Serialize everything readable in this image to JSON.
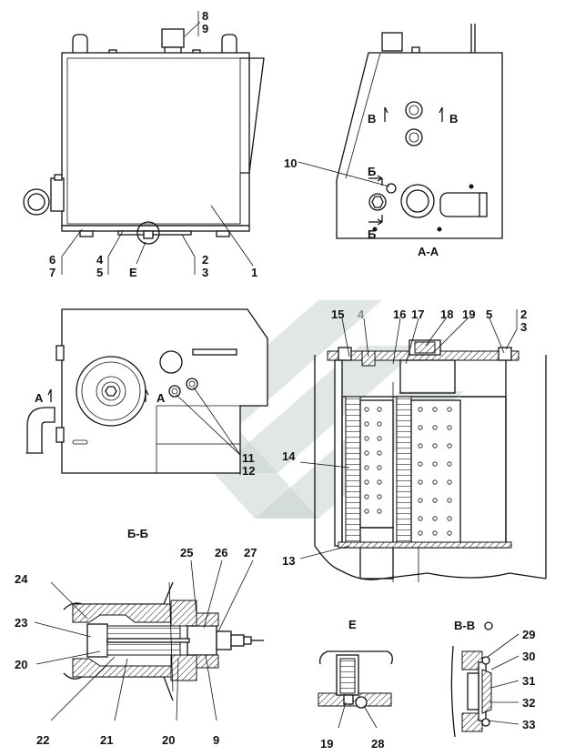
{
  "views": {
    "section_aa": "А-А",
    "section_bb": "Б-Б",
    "section_vv": "В-В",
    "detail_e": "Е"
  },
  "cut_marks": {
    "a": "А",
    "b": "Б",
    "v": "В"
  },
  "leaders": {
    "l1": "1",
    "l2": "2",
    "l3": "3",
    "l4": "4",
    "l5": "5",
    "l6": "6",
    "l7": "7",
    "l8": "8",
    "l9": "9",
    "l10": "10",
    "l11": "11",
    "l12": "12",
    "l13": "13",
    "l14": "14",
    "l15": "15",
    "l16": "16",
    "l17": "17",
    "l18": "18",
    "l19": "19",
    "l20": "20",
    "l21": "21",
    "l22": "22",
    "l23": "23",
    "l24": "24",
    "l25": "25",
    "l26": "26",
    "l27": "27",
    "l28": "28",
    "l29": "29",
    "l30": "30",
    "l31": "31",
    "l32": "32",
    "l33": "33",
    "detail_e": "Е"
  },
  "colors": {
    "line": "#111111",
    "watermark": "#c9d3cf",
    "highlight_label": "#8a8a8a"
  }
}
